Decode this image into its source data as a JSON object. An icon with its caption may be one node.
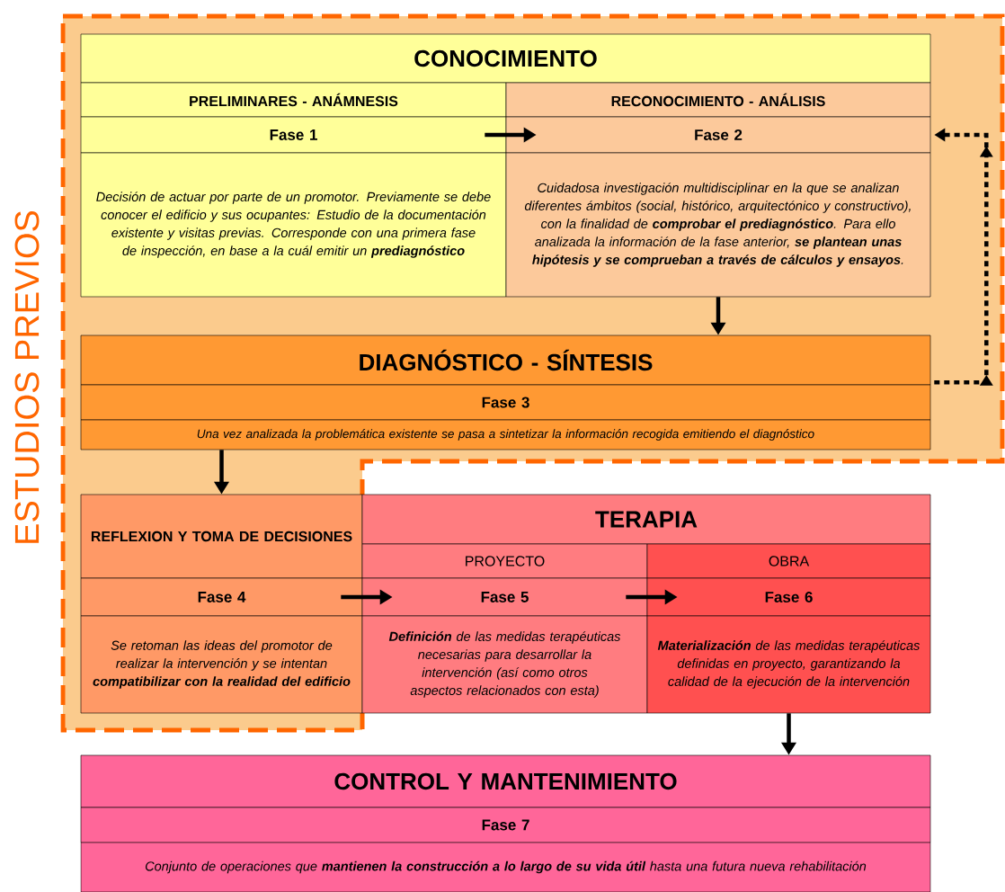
{
  "diagram": {
    "nodes": [
      {
        "text": [
          "ESTUDIOS PREVIOS"
        ]
      },
      {
        "text": [
          "CONOCIMIENTO"
        ],
        "in": 0
      },
      {
        "text": [
          "PRELIMINARES - ANÁMNESIS"
        ],
        "in": 0
      },
      {
        "text": [
          "RECONOCIMIENTO - ANÁLISIS"
        ],
        "in": 0
      },
      {
        "text": [
          "Fase 1"
        ],
        "in": 0
      },
      {
        "text": [
          "Fase 2"
        ],
        "in": 0
      },
      {
        "text": [
          "Decisión de actuar por parte de un promotor. Previamente se debe conocer el edificio y sus ocupantes: Estudio de la documentación existente y visitas previas. Corresponde con una primera fase de inspección, en base a la cuál emitir un **prediagnóstico**"
        ],
        "in": 0
      },
      {
        "text": [
          "Cuidadosa investigación multidisciplinar en la que se analizan diferentes ámbitos (social, histórico, arquitectónico y constructivo), con la finalidad de **comprobar el prediagnóstico**. Para ello analizada la información de la fase anterior, **se plantean unas hipótesis y se comprueban a través de cálculos y ensayos**."
        ],
        "in": 0
      },
      {
        "text": [
          "DIAGNÓSTICO - SÍNTESIS"
        ],
        "in": 0
      },
      {
        "text": [
          "Fase 3"
        ],
        "in": 0
      },
      {
        "text": [
          "Una vez analizada la problemática existente se pasa a sintetizar la información recogida emitiendo el diagnóstico"
        ],
        "in": 0
      },
      {
        "text": [
          "REFLEXION Y TOMA DE DECISIONES"
        ],
        "in": 0
      },
      {
        "text": [
          "Fase 4"
        ],
        "in": 0
      },
      {
        "text": [
          "Se retoman las ideas del promotor de realizar la intervención y se intentan **compatibilizar con la realidad del edificio**"
        ],
        "in": 0
      },
      {
        "text": [
          "TERAPIA"
        ]
      },
      {
        "text": [
          "PROYECTO"
        ]
      },
      {
        "text": [
          "OBRA"
        ]
      },
      {
        "text": [
          "Fase 5"
        ]
      },
      {
        "text": [
          "Fase 6"
        ]
      },
      {
        "text": [
          "**Definición** de las medidas terapéuticas necesarias para desarrollar la intervención (así como otros aspectos relacionados con esta)"
        ]
      },
      {
        "text": [
          "**Materialización** de las medidas terapéuticas definidas en proyecto, garantizando la calidad de la ejecución de la intervención"
        ]
      },
      {
        "text": [
          "CONTROL Y MANTENIMIENTO"
        ]
      },
      {
        "text": [
          "Fase 7"
        ]
      },
      {
        "text": [
          "Conjunto de operaciones que **mantienen la construcción a lo largo de su vida útil** hasta una futura nueva rehabilitación"
        ]
      }
    ],
    "edges": [
      {
        "from": 4,
        "to": 5,
        "arrow": "to"
      },
      {
        "from": 7,
        "to": 8,
        "arrow": "to"
      },
      {
        "from": 8,
        "to": 5,
        "arrow": "to",
        "style": "dashed"
      },
      {
        "from": 10,
        "to": 11,
        "arrow": "to"
      },
      {
        "from": 12,
        "to": 17,
        "arrow": "to"
      },
      {
        "from": 17,
        "to": 18,
        "arrow": "to"
      },
      {
        "from": 20,
        "to": 21,
        "arrow": "to"
      }
    ]
  }
}
